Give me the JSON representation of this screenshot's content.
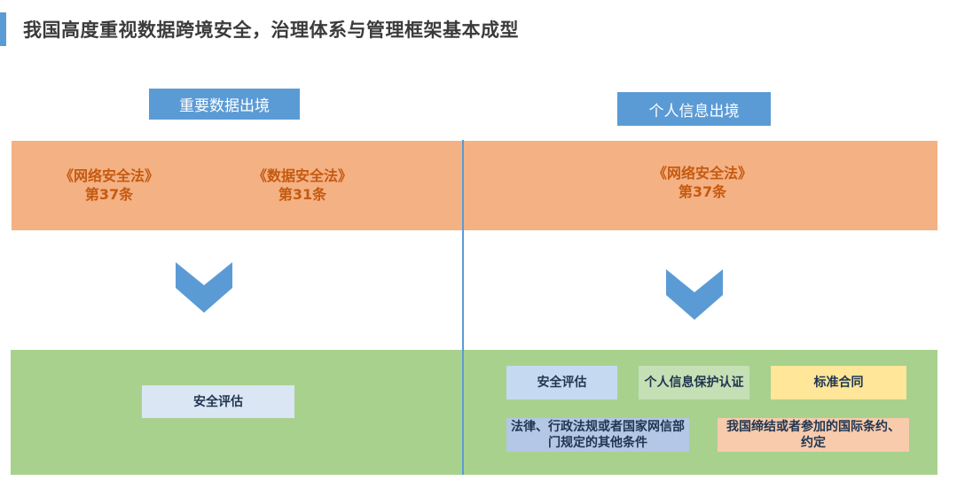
{
  "title": "我国高度重视数据跨境安全，治理体系与管理框架基本成型",
  "colors": {
    "accent": "#5b9bd5",
    "orange_band": "#f4b183",
    "green_band": "#a9d18e",
    "law_text": "#c55a11",
    "chevron": "#5b9bd5",
    "box_light_blue": "#c5daf0",
    "box_light_green": "#c5e0b4",
    "box_yellow": "#ffe699",
    "box_peach": "#f8cbad",
    "box_lavender": "#b4c7e7"
  },
  "left": {
    "header": "重要数据出境",
    "laws": [
      {
        "name": "《网络安全法》",
        "article": "第37条"
      },
      {
        "name": "《数据安全法》",
        "article": "第31条"
      }
    ],
    "arrow_icon": "chevron-down-icon",
    "mechanism": "安全评估"
  },
  "right": {
    "header": "个人信息出境",
    "laws": [
      {
        "name": "《网络安全法》",
        "article": "第37条"
      }
    ],
    "arrow_icon": "chevron-down-icon",
    "mechanisms": [
      "安全评估",
      "个人信息保护认证",
      "标准合同",
      "法律、行政法规或者国家网信部门规定的其他条件",
      "我国缔结或者参加的国际条约、约定"
    ]
  }
}
